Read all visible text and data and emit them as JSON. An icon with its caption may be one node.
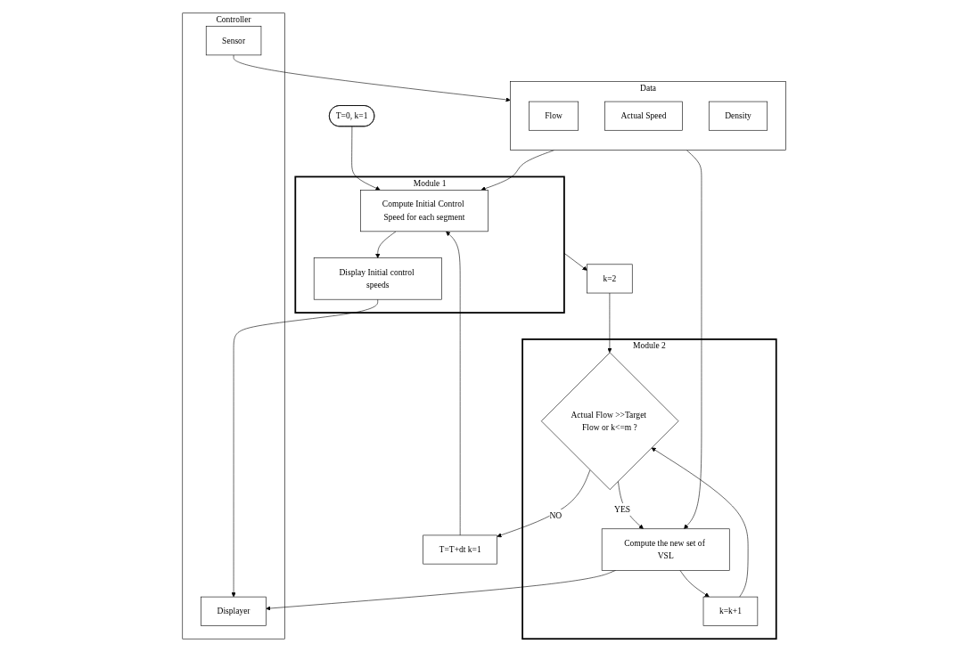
{
  "diagram": {
    "nodes": [
      {
        "text": [
          "T=0, k=1"
        ]
      },
      {
        "text": [
          "Module 1"
        ]
      },
      {
        "text": [
          "Compute Initial Control Speed for each segment"
        ],
        "in": 1
      },
      {
        "text": [
          "Display Initial control speeds"
        ],
        "in": 1
      },
      {
        "text": [
          "T=T+dt k=1"
        ]
      },
      {
        "text": [
          "Controller"
        ]
      },
      {
        "text": [
          "Displayer"
        ],
        "in": 5
      },
      {
        "text": [
          "Sensor"
        ],
        "in": 5
      },
      {
        "text": [
          "Data"
        ]
      },
      {
        "text": [
          "Flow"
        ],
        "in": 8
      },
      {
        "text": [
          "Actual Speed"
        ],
        "in": 8
      },
      {
        "text": [
          "Density"
        ],
        "in": 8
      },
      {
        "text": [
          "k=2"
        ]
      },
      {
        "text": [
          "Module 2"
        ]
      },
      {
        "text": [
          "Actual Flow >>Target Flow or k<=m ?"
        ],
        "in": 13
      },
      {
        "text": [
          "Compute the new set of VSL"
        ],
        "in": 13
      },
      {
        "text": [
          "k=k+1"
        ],
        "in": 13
      }
    ],
    "edges": [
      {
        "from": 0,
        "to": 2,
        "arrow": "to"
      },
      {
        "from": 2,
        "to": 3,
        "arrow": "to"
      },
      {
        "from": 3,
        "to": 6,
        "arrow": "to"
      },
      {
        "from": 7,
        "to": 8,
        "arrow": "to"
      },
      {
        "from": 8,
        "to": 2,
        "arrow": "to"
      },
      {
        "from": 1,
        "to": 12,
        "arrow": "to"
      },
      {
        "from": 12,
        "to": 14,
        "arrow": "to"
      },
      {
        "from": 14,
        "to": 4,
        "arrow": "to",
        "label": "NO"
      },
      {
        "from": 4,
        "to": 2,
        "arrow": "to"
      },
      {
        "from": 14,
        "to": 15,
        "arrow": "to",
        "label": "YES"
      },
      {
        "from": 15,
        "to": 6,
        "arrow": "to"
      },
      {
        "from": 8,
        "to": 15,
        "arrow": "to"
      },
      {
        "from": 15,
        "to": 16,
        "arrow": "to"
      },
      {
        "from": 16,
        "to": 14,
        "arrow": "to"
      }
    ]
  }
}
